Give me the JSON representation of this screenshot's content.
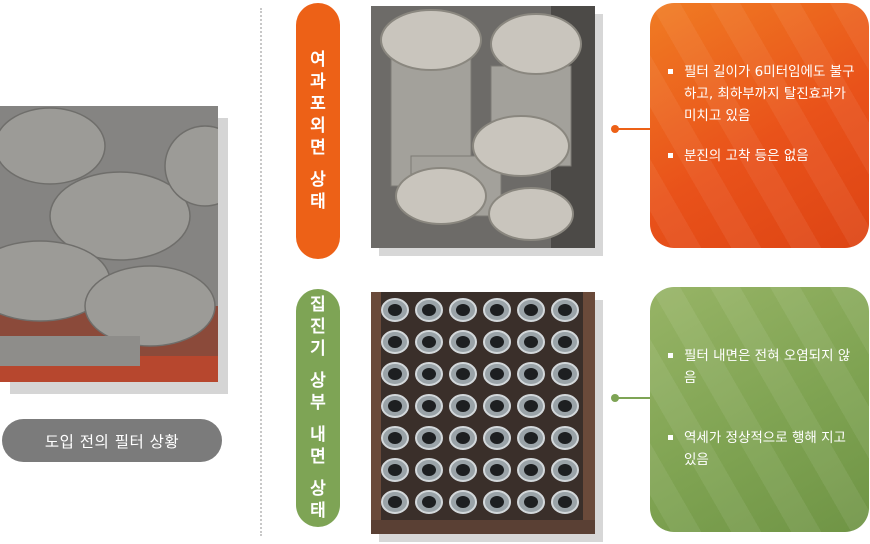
{
  "before": {
    "caption": "도입 전의 필터 상황"
  },
  "sections": {
    "outer": {
      "label_chars": [
        "여",
        "과",
        "포",
        "외",
        "면",
        "상",
        "태"
      ],
      "accent": "#ed6117",
      "bullets": [
        "필터 길이가 6미터임에도 불구하고, 최하부까지 탈진효과가 미치고 있음",
        "분진의 고착 등은 없음"
      ]
    },
    "inner": {
      "label_chars": [
        "집",
        "진",
        "기",
        "상",
        "부",
        "내",
        "면",
        "상",
        "태"
      ],
      "accent": "#7ea455",
      "bullets": [
        "필터 내면은 전혀 오염되지 않음",
        "역세가 정상적으로 행해 지고 있음"
      ]
    }
  }
}
